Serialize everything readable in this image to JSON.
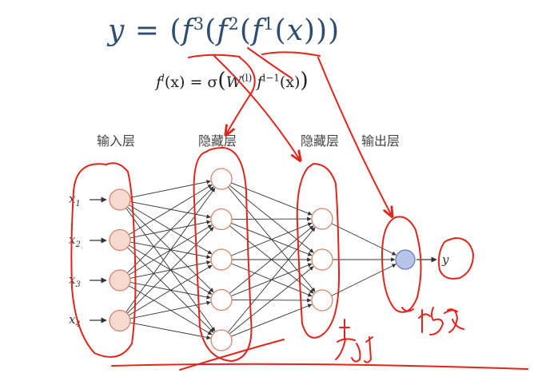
{
  "equation": {
    "main_y": "y",
    "main_eq": "=",
    "f": "f",
    "x": "x",
    "sup3": "3",
    "sup2": "2",
    "sup1": "1",
    "open": "(",
    "close": ")",
    "sub_formula_lhs": "f",
    "sub_lhs_sup": "l",
    "sub_lhs_arg": "(x) = σ",
    "sub_W": "W",
    "sub_W_sup": "(l)",
    "sub_f": "f",
    "sub_f_sup": "l−1",
    "sub_arg": "(x)"
  },
  "layers": {
    "input": "输入层",
    "hidden1": "隐藏层",
    "hidden2": "隐藏层",
    "output": "输出层"
  },
  "inputs": [
    "x",
    "x",
    "x",
    "x"
  ],
  "input_subs": [
    "1",
    "2",
    "3",
    "4"
  ],
  "output_label": "y",
  "network": {
    "input_nodes": 4,
    "hidden1_nodes": 5,
    "hidden2_nodes": 3,
    "output_nodes": 1
  },
  "colors": {
    "equation": "#2f4e6f",
    "input_node_fill": "#f6d9cf",
    "input_node_stroke": "#d9846a",
    "hidden_node_fill": "#ffffff",
    "hidden_node_stroke": "#d9846a",
    "output_node_fill": "#b9c4ea",
    "output_node_stroke": "#6f7fbf",
    "edge": "#333333",
    "annotation": "#e0261c"
  }
}
